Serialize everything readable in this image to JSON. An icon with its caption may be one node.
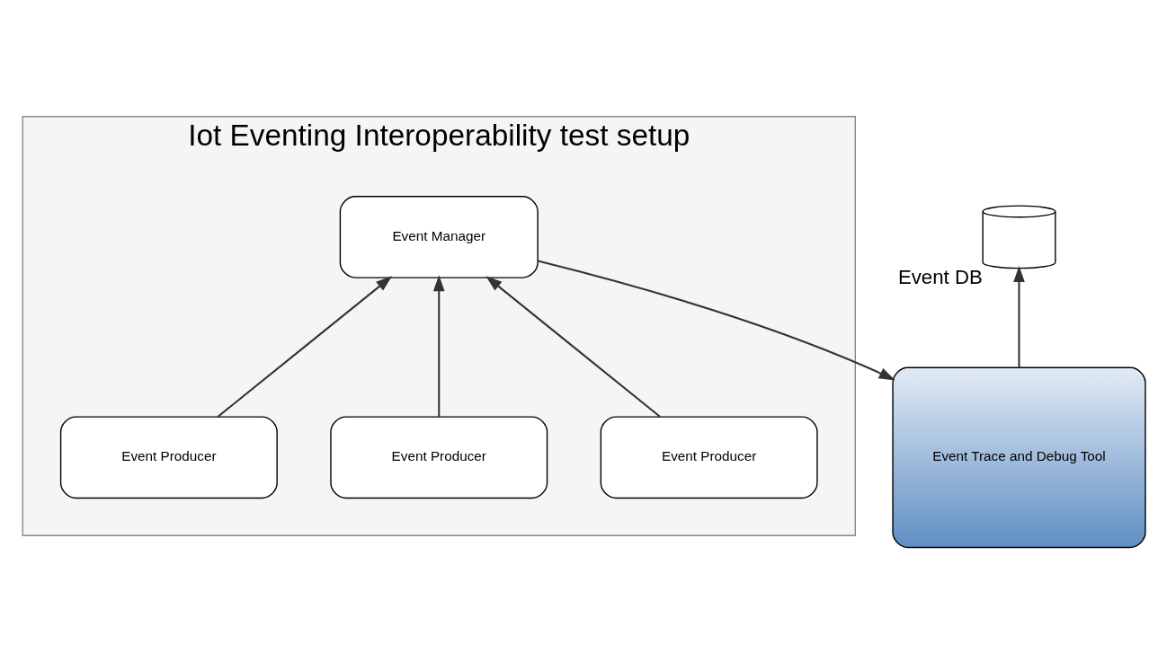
{
  "diagram": {
    "nodes": [
      {
        "text": [
          "Iot Eventing Interoperability test setup"
        ]
      },
      {
        "text": [
          "Event Manager"
        ],
        "in": 0
      },
      {
        "text": [
          "Event Producer"
        ],
        "in": 0
      },
      {
        "text": [
          "Event Producer"
        ],
        "in": 0
      },
      {
        "text": [
          "Event Producer"
        ],
        "in": 0
      },
      {
        "text": [
          "Event Trace and Debug Tool"
        ]
      },
      {
        "text": [],
        "shape": "cylinder",
        "beside": [
          "Event DB"
        ]
      }
    ],
    "edges": [
      {
        "from": 2,
        "to": 1,
        "arrow": "to"
      },
      {
        "from": 3,
        "to": 1,
        "arrow": "to"
      },
      {
        "from": 4,
        "to": 1,
        "arrow": "to"
      },
      {
        "from": 1,
        "to": 5,
        "arrow": "to"
      },
      {
        "from": 5,
        "to": 6,
        "arrow": "to"
      }
    ]
  }
}
